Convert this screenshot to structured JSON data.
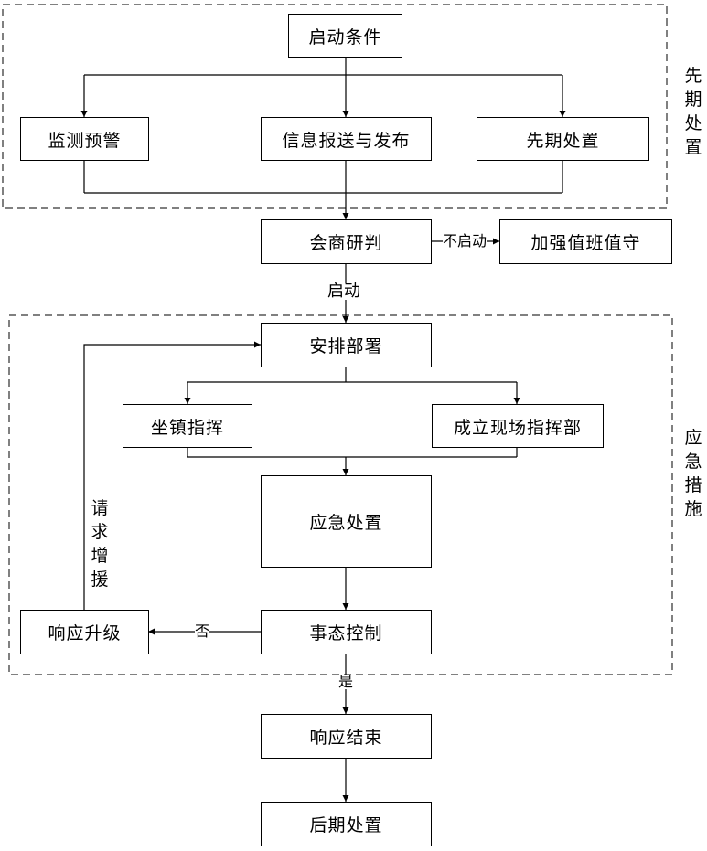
{
  "groups": {
    "pre_label": "先期处置",
    "emergency_label": "应急措施"
  },
  "nodes": {
    "start_conditions": "启动条件",
    "monitoring": "监测预警",
    "info_report": "信息报送与发布",
    "early_disposal": "先期处置",
    "consultation": "会商研判",
    "strengthen_duty": "加强值班值守",
    "arrangement": "安排部署",
    "command_onsite": "坐镇指挥",
    "field_hq": "成立现场指挥部",
    "emergency_handling": "应急处置",
    "event_control": "事态控制",
    "response_upgrade": "响应升级",
    "response_end": "响应结束",
    "post_disposal": "后期处置"
  },
  "edges": {
    "not_start": "不启动",
    "start": "启动",
    "no": "否",
    "yes": "是",
    "request_support": "请求增援"
  }
}
